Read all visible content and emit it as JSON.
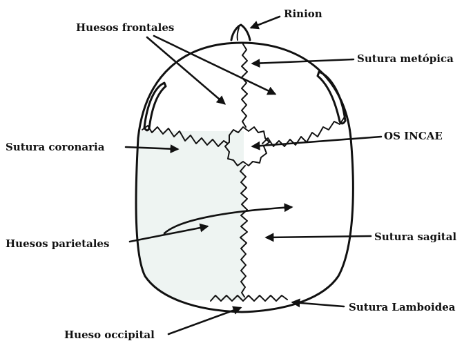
{
  "labels": {
    "rinion": "Rinion",
    "huesos_frontales": "Huesos frontales",
    "sutura_metopica": "Sutura metópica",
    "sutura_coronaria": "Sutura coronaria",
    "os_incae": "OS INCAE",
    "huesos_parietales": "Huesos parietales",
    "sutura_sagital": "Sutura sagital",
    "sutura_lamboidea": "Sutura Lamboidea",
    "hueso_occipital": "Hueso occipital"
  },
  "colors": {
    "ink": "#111111",
    "parietal_tint": "#eef4f2",
    "background": "#ffffff"
  }
}
